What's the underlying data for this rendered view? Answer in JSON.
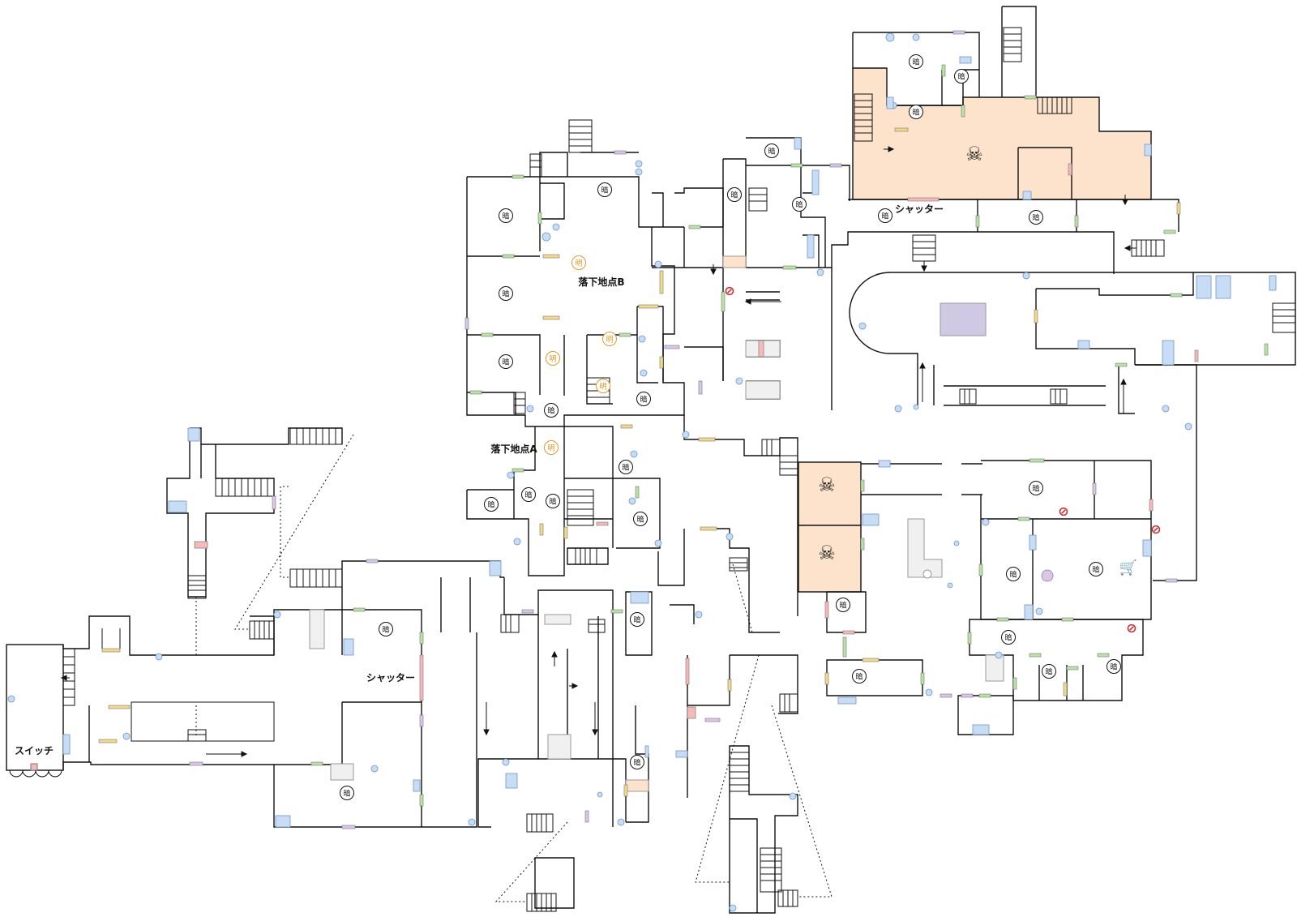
{
  "colors": {
    "danger_fill": "#fde3cc",
    "door_green": "#b9e3a4",
    "door_yellow": "#f3d98a",
    "door_purple": "#d9c6ea",
    "door_red": "#f6b8b8",
    "pillar": "#c7dcf5",
    "pillar_stroke": "#6f95c8",
    "light_icon": "#e09a2a",
    "no_entry": "#cc2b2b",
    "box_gray": "#f0f0f0",
    "center_block": "#cfc9e3"
  },
  "labels": {
    "drop_point_b": "落下地点B",
    "drop_point_a": "落下地点A",
    "shutter_top": "シャッター",
    "shutter_left": "シャッター",
    "switch": "スイッチ"
  },
  "icons": {
    "dark_glyph": "暗",
    "light_glyph": "明",
    "skull_glyph": "☠",
    "cart_glyph": "🛒",
    "no_entry_glyph": "⊘"
  }
}
